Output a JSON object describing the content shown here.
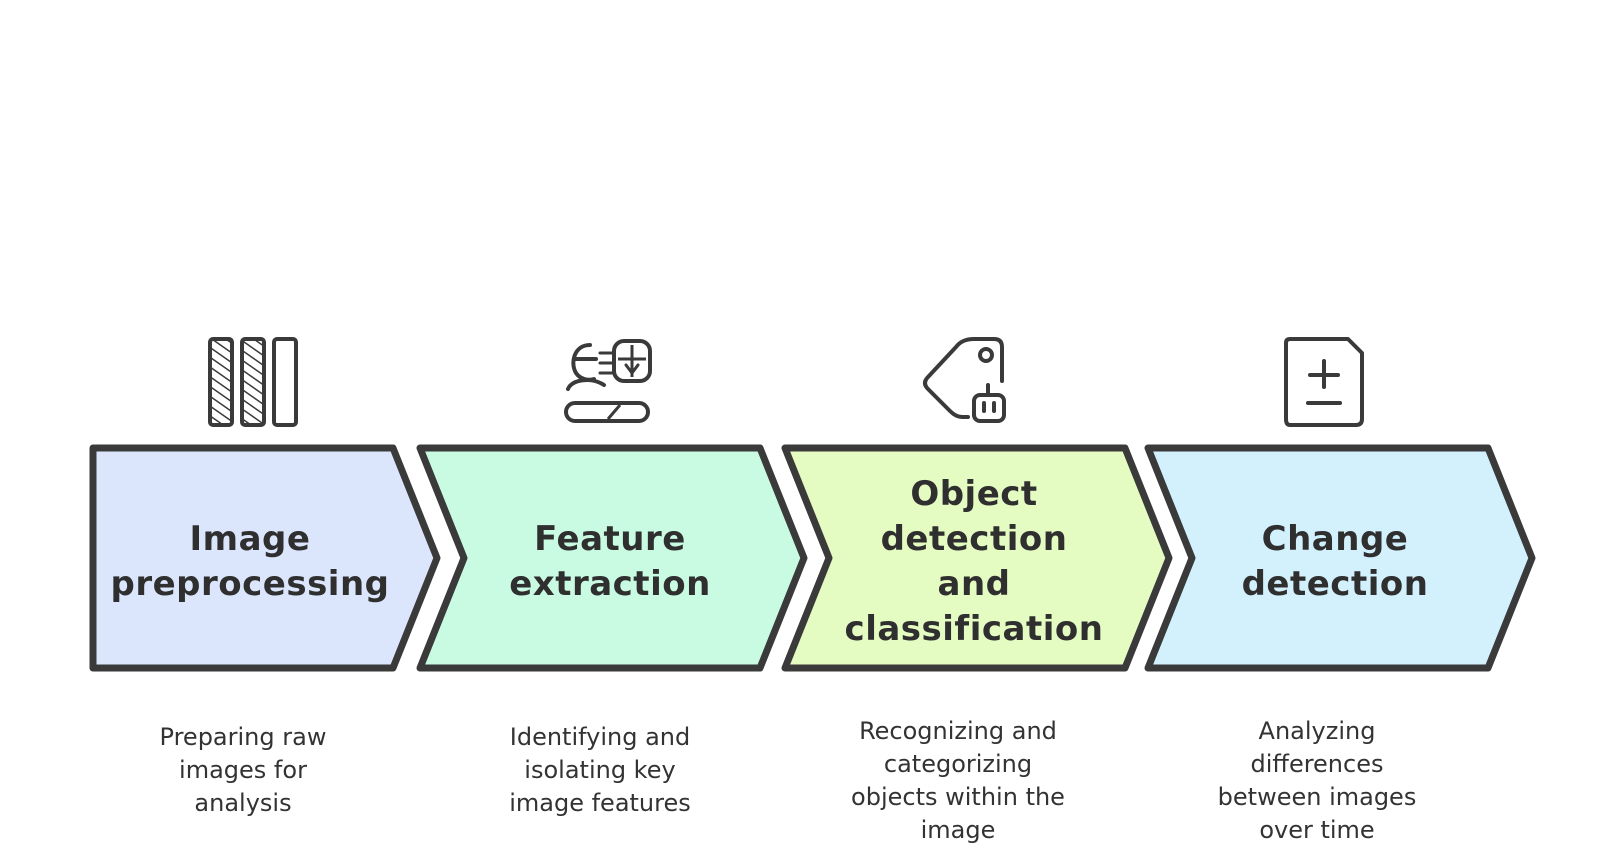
{
  "stages": [
    {
      "title_lines": [
        "Image",
        "preprocessing"
      ],
      "description_lines": [
        "Preparing raw",
        "images for",
        "analysis"
      ],
      "icon": "books-icon",
      "fill": "#dbe6fd"
    },
    {
      "title_lines": [
        "Feature",
        "extraction"
      ],
      "description_lines": [
        "Identifying and",
        "isolating key",
        "image features"
      ],
      "icon": "face-scan-icon",
      "fill": "#c9fbe3"
    },
    {
      "title_lines": [
        "Object",
        "detection",
        "and",
        "classification"
      ],
      "description_lines": [
        "Recognizing and",
        "categorizing",
        "objects within the",
        "image"
      ],
      "icon": "tag-robot-icon",
      "fill": "#e4fbc2"
    },
    {
      "title_lines": [
        "Change",
        "detection"
      ],
      "description_lines": [
        "Analyzing",
        "differences",
        "between images",
        "over time"
      ],
      "icon": "plus-minus-document-icon",
      "fill": "#d3f1fd"
    }
  ],
  "colors": {
    "outline": "#3a3a3a",
    "text": "#2f2f2f"
  }
}
